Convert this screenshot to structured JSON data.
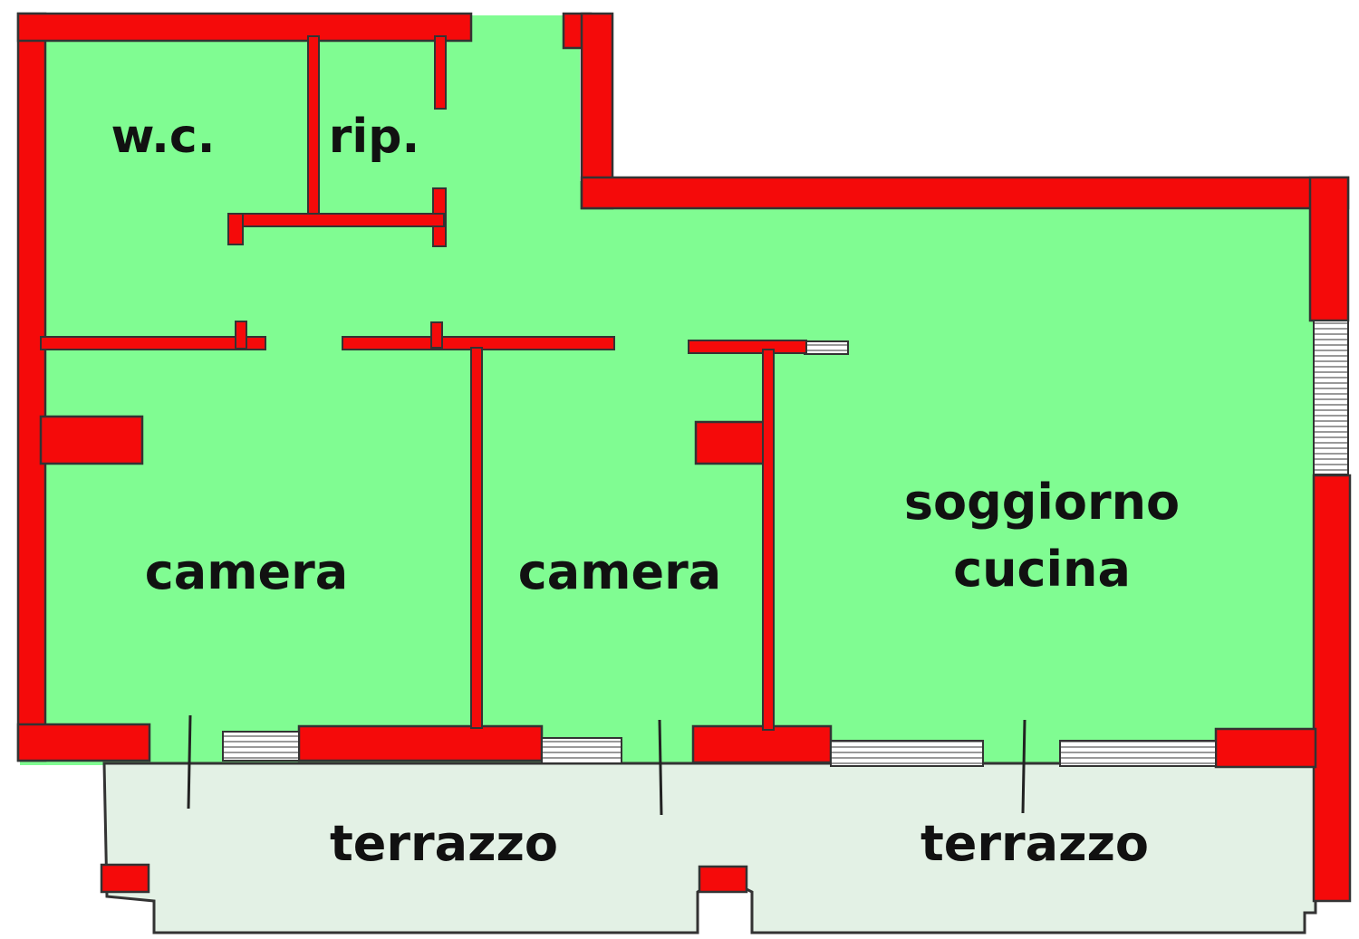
{
  "floorplan": {
    "rooms": {
      "wc": "w.c.",
      "storage": "rip.",
      "bedroom_1": "camera",
      "bedroom_2": "camera",
      "living_line1": "soggiorno",
      "living_line2": "cucina",
      "terrace_1": "terrazzo",
      "terrace_2": "terrazzo"
    },
    "colors": {
      "interior": "#80fc92",
      "terrace": "#e3f1e5",
      "wall": "#f50a0a",
      "outline": "#333333",
      "window": "#ffffff",
      "label": "#111111"
    }
  }
}
